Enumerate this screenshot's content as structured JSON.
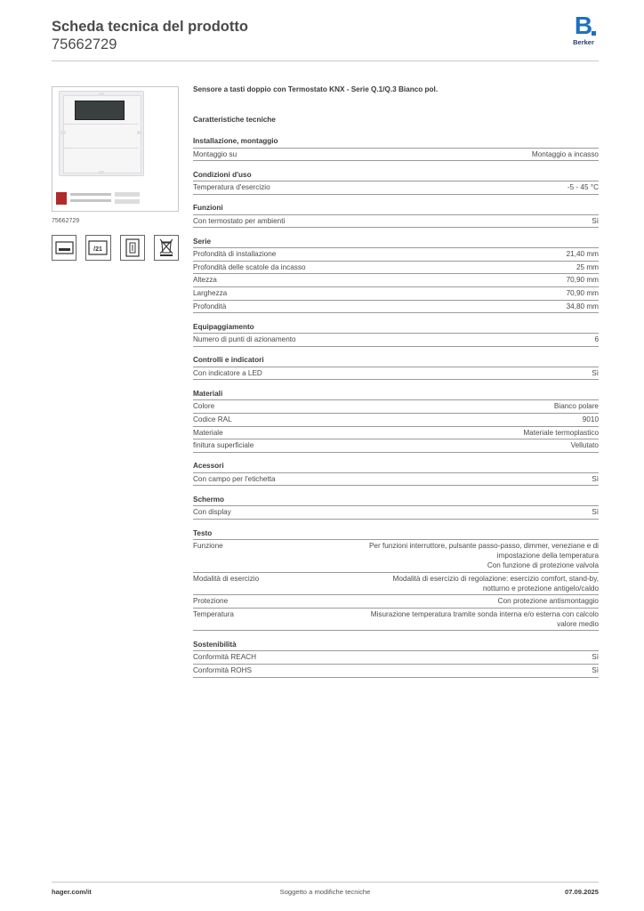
{
  "header": {
    "title": "Scheda tecnica del prodotto",
    "number": "75662729",
    "logo_mark": "B",
    "logo_text": "Berker",
    "brand_color": "#1f6fc0"
  },
  "left": {
    "code": "75662729",
    "icons": [
      "display-icon",
      "temperature-display-icon",
      "device-module-icon",
      "weee-bin-icon"
    ]
  },
  "product_title": "Sensore a tasti doppio con Termostato KNX - Serie Q.1/Q.3 Bianco pol.",
  "tech_title": "Caratteristiche tecniche",
  "sections": [
    {
      "title": "Installazione, montaggio",
      "rows": [
        [
          "Montaggio su",
          "Montaggio a incasso"
        ]
      ]
    },
    {
      "title": "Condizioni d'uso",
      "rows": [
        [
          "Temperatura d'esercizio",
          "-5 - 45 °C"
        ]
      ]
    },
    {
      "title": "Funzioni",
      "rows": [
        [
          "Con termostato per ambienti",
          "Sì"
        ]
      ]
    },
    {
      "title": "Serie",
      "rows": [
        [
          "Profondità di installazione",
          "21,40 mm"
        ],
        [
          "Profondità delle scatole da incasso",
          "25 mm"
        ],
        [
          "Altezza",
          "70,90 mm"
        ],
        [
          "Larghezza",
          "70,90 mm"
        ],
        [
          "Profondità",
          "34,80 mm"
        ]
      ]
    },
    {
      "title": "Equipaggiamento",
      "rows": [
        [
          "Numero di punti di azionamento",
          "6"
        ]
      ]
    },
    {
      "title": "Controlli e indicatori",
      "rows": [
        [
          "Con indicatore a LED",
          "Sì"
        ]
      ]
    },
    {
      "title": "Materiali",
      "rows": [
        [
          "Colore",
          "Bianco polare"
        ],
        [
          "Codice RAL",
          "9010"
        ],
        [
          "Materiale",
          "Materiale termoplastico"
        ],
        [
          "finitura superficiale",
          "Vellutato"
        ]
      ]
    },
    {
      "title": "Acessori",
      "rows": [
        [
          "Con campo per l'etichetta",
          "Sì"
        ]
      ]
    },
    {
      "title": "Schermo",
      "rows": [
        [
          "Con display",
          "Sì"
        ]
      ]
    },
    {
      "title": "Testo",
      "rows": [
        [
          "Funzione",
          "Per funzioni interruttore, pulsante passo-passo, dimmer, veneziane e di\nimpostazione della temperatura\nCon funzione di protezione valvola"
        ],
        [
          "Modalità di esercizio",
          "Modalità di esercizio di regolazione: esercizio comfort, stand-by,\nnotturno e protezione antigelo/caldo"
        ],
        [
          "Protezione",
          "Con protezione antismontaggio"
        ],
        [
          "Temperatura",
          "Misurazione temperatura tramite sonda interna e/o esterna con calcolo\nvalore medio"
        ]
      ]
    },
    {
      "title": "Sostenibilità",
      "rows": [
        [
          "Conformità REACH",
          "Sì"
        ],
        [
          "Conformità ROHS",
          "Sì"
        ]
      ]
    }
  ],
  "footer": {
    "left": "hager.com/it",
    "center": "Soggetto a modifiche tecniche",
    "right": "07.09.2025"
  }
}
